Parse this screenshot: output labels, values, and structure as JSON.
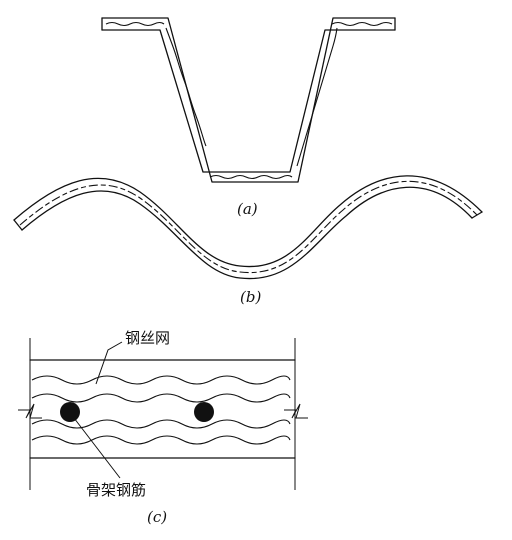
{
  "labels": {
    "a": "(a)",
    "b": "(b)",
    "c": "(c)",
    "wire_mesh": "钢丝网",
    "skeleton_rebar": "骨架钢筋"
  }
}
